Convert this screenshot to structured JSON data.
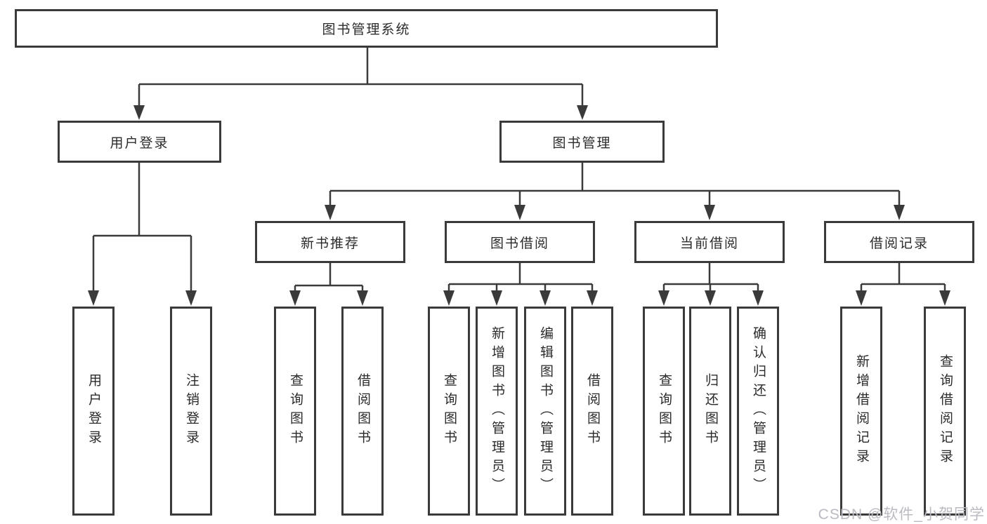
{
  "diagram": {
    "title_node": {
      "label": "图书管理系统"
    },
    "level2": [
      {
        "id": "user-login",
        "label": "用户登录",
        "parent": "图书管理系统"
      },
      {
        "id": "book-management",
        "label": "图书管理",
        "parent": "图书管理系统"
      }
    ],
    "level3": [
      {
        "id": "new-book-recommend",
        "label": "新书推荐",
        "parent": "图书管理"
      },
      {
        "id": "book-borrow",
        "label": "图书借阅",
        "parent": "图书管理"
      },
      {
        "id": "current-borrow",
        "label": "当前借阅",
        "parent": "图书管理"
      },
      {
        "id": "borrow-records",
        "label": "借阅记录",
        "parent": "图书管理"
      }
    ],
    "leaves": [
      {
        "label": "用户登录",
        "parent": "用户登录"
      },
      {
        "label": "注销登录",
        "parent": "用户登录"
      },
      {
        "label": "查询图书",
        "parent": "新书推荐"
      },
      {
        "label": "借阅图书",
        "parent": "新书推荐"
      },
      {
        "label": "查询图书",
        "parent": "图书借阅"
      },
      {
        "label": "新增图书（管理员）",
        "parent": "图书借阅"
      },
      {
        "label": "编辑图书（管理员）",
        "parent": "图书借阅"
      },
      {
        "label": "借阅图书",
        "parent": "图书借阅"
      },
      {
        "label": "查询图书",
        "parent": "当前借阅"
      },
      {
        "label": "归还图书",
        "parent": "当前借阅"
      },
      {
        "label": "确认归还（管理员）",
        "parent": "当前借阅"
      },
      {
        "label": "新增借阅记录",
        "parent": "借阅记录"
      },
      {
        "label": "查询借阅记录",
        "parent": "借阅记录"
      }
    ],
    "colors": {
      "line": "#3a3a3a",
      "box_border": "#3a3a3a",
      "text": "#2b2b2b",
      "watermark": "#babbc2",
      "background": "#ffffff"
    }
  },
  "watermark": "CSDN @软件_小贺同学"
}
